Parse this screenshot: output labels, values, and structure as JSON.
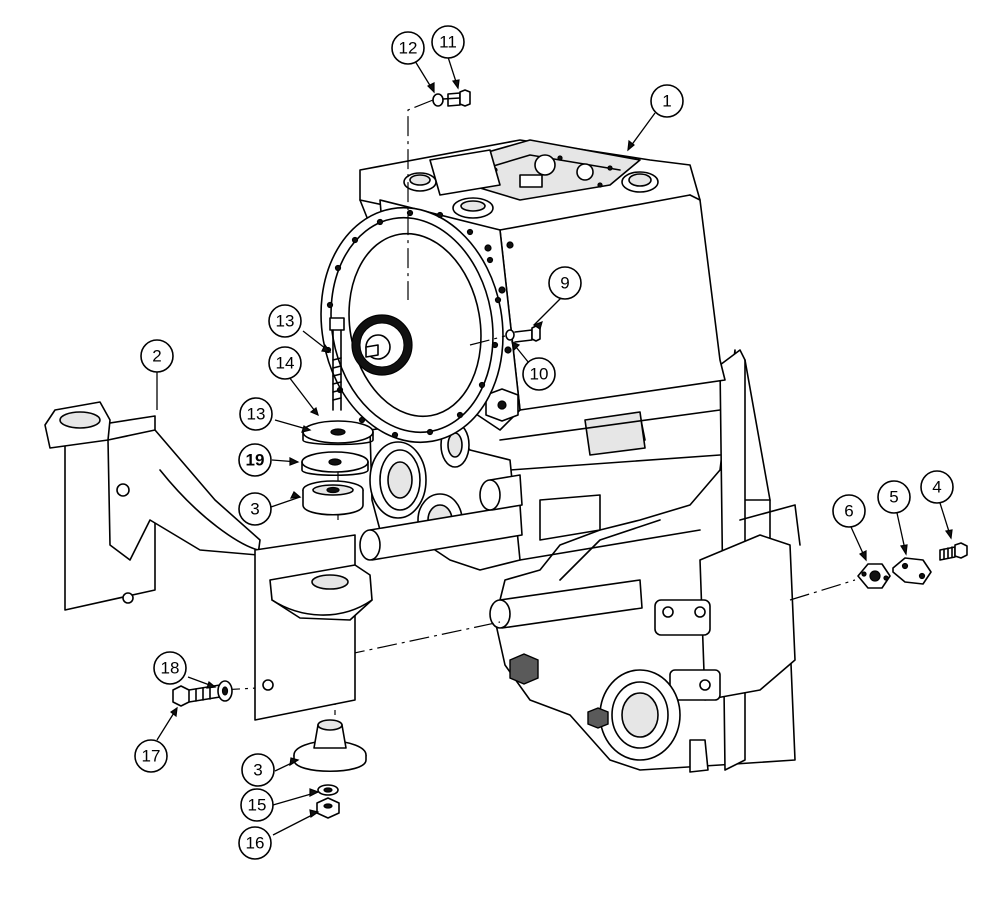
{
  "callouts": [
    {
      "id": "c1",
      "label": "1"
    },
    {
      "id": "c2",
      "label": "2"
    },
    {
      "id": "c3a",
      "label": "3"
    },
    {
      "id": "c3b",
      "label": "3"
    },
    {
      "id": "c4",
      "label": "4"
    },
    {
      "id": "c5",
      "label": "5"
    },
    {
      "id": "c6",
      "label": "6"
    },
    {
      "id": "c9",
      "label": "9"
    },
    {
      "id": "c10",
      "label": "10"
    },
    {
      "id": "c11",
      "label": "11"
    },
    {
      "id": "c12",
      "label": "12"
    },
    {
      "id": "c13a",
      "label": "13"
    },
    {
      "id": "c13b",
      "label": "13"
    },
    {
      "id": "c14",
      "label": "14"
    },
    {
      "id": "c15",
      "label": "15"
    },
    {
      "id": "c16",
      "label": "16"
    },
    {
      "id": "c17",
      "label": "17"
    },
    {
      "id": "c18",
      "label": "18"
    },
    {
      "id": "c19",
      "label": "19"
    }
  ]
}
